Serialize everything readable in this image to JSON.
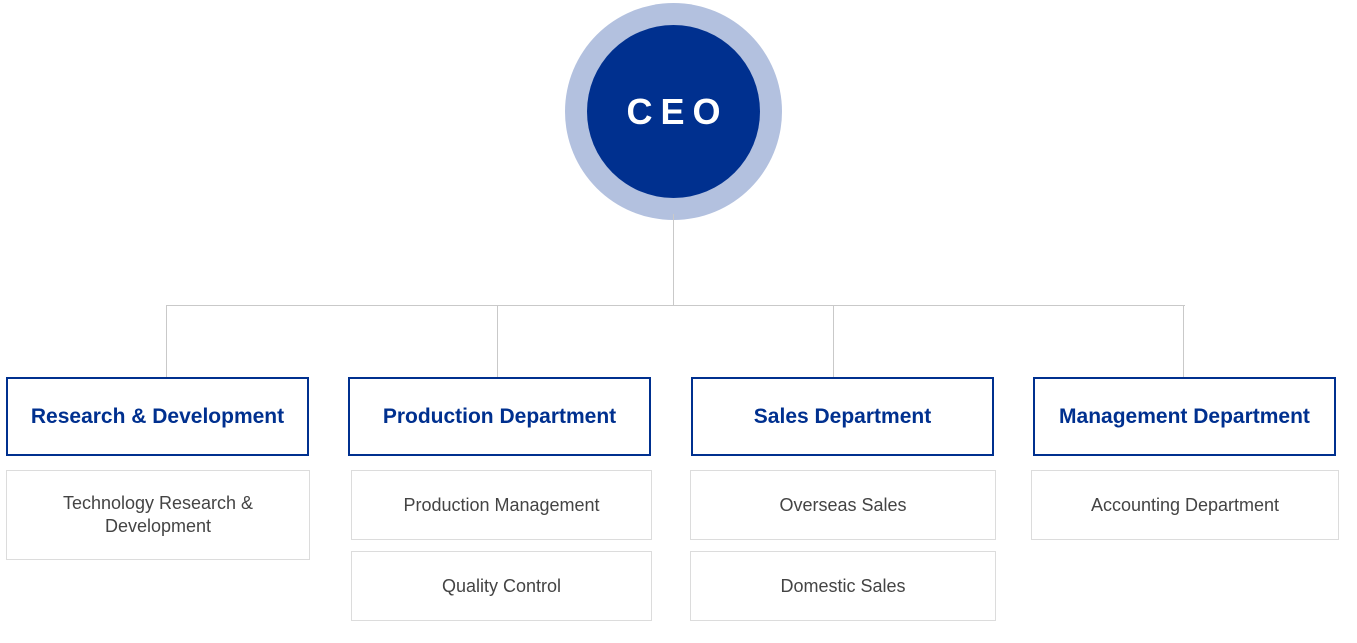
{
  "ceo": {
    "label": "CEO"
  },
  "departments": [
    {
      "label": "Research & Development",
      "units": [
        "Technology Research & Development"
      ]
    },
    {
      "label": "Production Department",
      "units": [
        "Production Management",
        "Quality Control"
      ]
    },
    {
      "label": "Sales Department",
      "units": [
        "Overseas Sales",
        "Domestic Sales"
      ]
    },
    {
      "label": "Management Department",
      "units": [
        "Accounting Department"
      ]
    }
  ],
  "colors": {
    "primary": "#00308f",
    "ceo_ring": "#b3c1df",
    "connector": "#c9c9c9",
    "unit_border": "#dcdcdc",
    "unit_text": "#444444"
  }
}
